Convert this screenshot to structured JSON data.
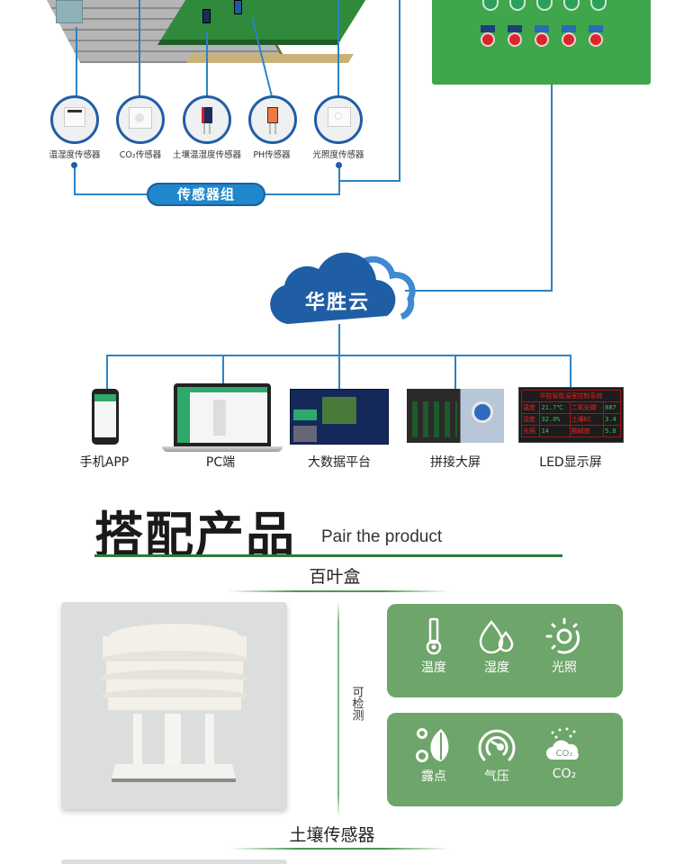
{
  "sensors": {
    "items": [
      {
        "label": "温湿度传感器",
        "icon": "temp-humidity-sensor-icon"
      },
      {
        "label": "CO₂传感器",
        "icon": "co2-sensor-icon"
      },
      {
        "label": "土壤温湿度传感器",
        "icon": "soil-sensor-icon"
      },
      {
        "label": "PH传感器",
        "icon": "ph-sensor-icon"
      },
      {
        "label": "光照度传感器",
        "icon": "light-sensor-icon"
      }
    ],
    "group_label": "传感器组"
  },
  "cloud": {
    "label": "华胜云"
  },
  "terminals": [
    {
      "label": "手机APP"
    },
    {
      "label": "PC端"
    },
    {
      "label": "大数据平台"
    },
    {
      "label": "拼接大屏"
    },
    {
      "label": "LED显示屏"
    }
  ],
  "led_screen": {
    "title": "华胜智能温室控制系统",
    "rows": [
      [
        "温度",
        "21.7℃",
        "二氧化碳",
        "887"
      ],
      [
        "湿度",
        "32.0%",
        "土壤EC",
        "3.4"
      ],
      [
        "光照",
        "14",
        "酸碱度",
        "5.8"
      ]
    ]
  },
  "section": {
    "title": "搭配产品",
    "subtitle": "Pair the product"
  },
  "products": [
    {
      "name": "百叶盒",
      "side_label": "可检测",
      "features_row1": [
        {
          "label": "温度",
          "icon": "thermometer-icon"
        },
        {
          "label": "湿度",
          "icon": "water-drops-icon"
        },
        {
          "label": "光照",
          "icon": "sun-icon"
        }
      ],
      "features_row2": [
        {
          "label": "露点",
          "icon": "dew-point-icon"
        },
        {
          "label": "气压",
          "icon": "pressure-gauge-icon"
        },
        {
          "label": "CO₂",
          "icon": "co2-cloud-icon"
        }
      ]
    },
    {
      "name": "土壤传感器"
    }
  ],
  "colors": {
    "line_blue": "#2a83c6",
    "cloud_blue": "#1f5ea5",
    "feature_green": "#6ea56a",
    "title_rule_green": "#2e7a3a"
  }
}
